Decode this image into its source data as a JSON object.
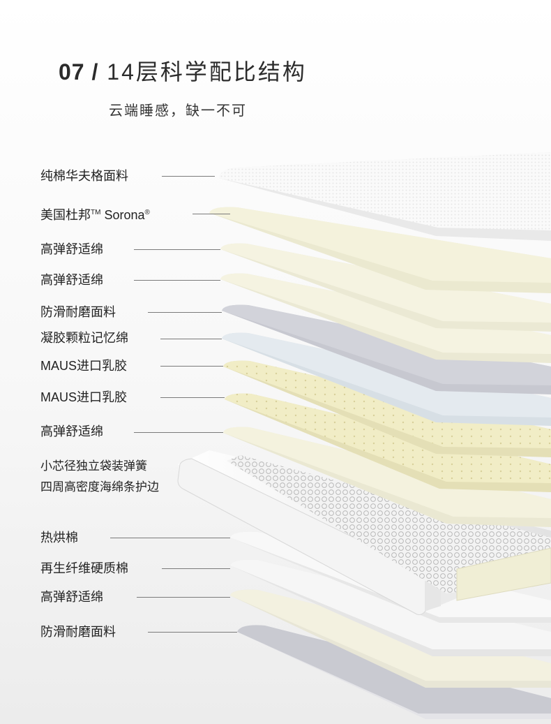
{
  "header": {
    "number": "07 /",
    "title": "14层科学配比结构",
    "subtitle": "云端睡感，缺一不可"
  },
  "layers": [
    {
      "label": "纯棉华夫格面料"
    },
    {
      "label": "美国杜邦",
      "tm": "TM",
      "label_after": " Sorona",
      "reg": "®"
    },
    {
      "label": "高弹舒适绵"
    },
    {
      "label": "高弹舒适绵"
    },
    {
      "label": "防滑耐磨面料"
    },
    {
      "label": "凝胶颗粒记忆绵"
    },
    {
      "label": "MAUS进口乳胶"
    },
    {
      "label": "MAUS进口乳胶"
    },
    {
      "label": "高弹舒适绵"
    },
    {
      "label": "小芯径独立袋装弹簧",
      "label2": "四周高密度海绵条护边"
    },
    {
      "label": "热烘棉"
    },
    {
      "label": "再生纤维硬质棉"
    },
    {
      "label": "高弹舒适绵"
    },
    {
      "label": "防滑耐磨面料"
    }
  ],
  "colors": {
    "white_layer": "#f9f9f7",
    "cream_layer": "#f3f1dc",
    "grey_layer": "#cfd1d9",
    "blue_layer": "#e2e9ee",
    "latex_layer": "#f0ecc7",
    "leader_line": "#7a7a7a"
  }
}
